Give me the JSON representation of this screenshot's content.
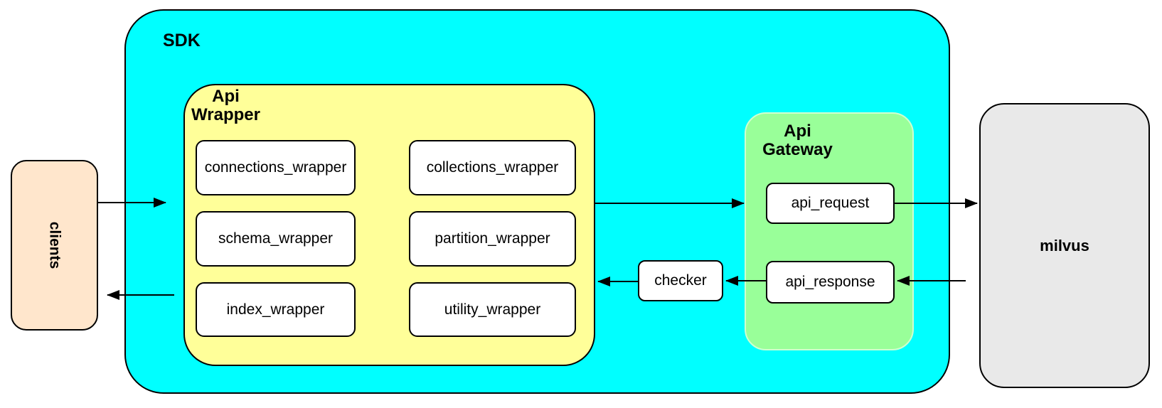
{
  "colors": {
    "sdk_fill": "#00FFFF",
    "api_wrapper_fill": "#FFFF99",
    "api_gateway_fill": "#99FF99",
    "clients_fill": "#FFE6CC",
    "milvus_fill": "#E9E9E9",
    "box_fill": "#FFFFFF",
    "stroke": "#000000"
  },
  "nodes": {
    "clients": {
      "label": "clients"
    },
    "sdk": {
      "label": "SDK"
    },
    "api_wrapper": {
      "label": "Api\nWrapper",
      "boxes": [
        "connections_wrapper",
        "collections_wrapper",
        "schema_wrapper",
        "partition_wrapper",
        "index_wrapper",
        "utility_wrapper"
      ]
    },
    "checker": {
      "label": "checker"
    },
    "api_gateway": {
      "label": "Api\nGateway",
      "boxes": [
        "api_request",
        "api_response"
      ]
    },
    "milvus": {
      "label": "milvus"
    }
  },
  "edges": [
    {
      "from": "clients",
      "to": "api_wrapper"
    },
    {
      "from": "api_wrapper",
      "to": "api_request"
    },
    {
      "from": "api_request",
      "to": "milvus"
    },
    {
      "from": "milvus",
      "to": "api_response"
    },
    {
      "from": "api_response",
      "to": "checker"
    },
    {
      "from": "checker",
      "to": "api_wrapper"
    },
    {
      "from": "api_wrapper",
      "to": "clients"
    }
  ]
}
